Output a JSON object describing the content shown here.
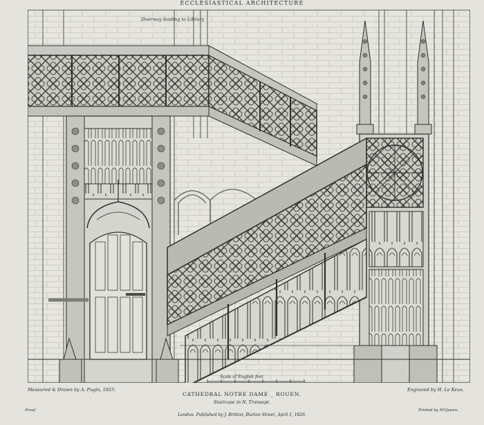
{
  "header": {
    "title": "ECCLESIASTICAL ARCHITECTURE"
  },
  "drawing": {
    "doorway_label": "Doorway leading to Library"
  },
  "credits": {
    "left": "Measured & Drawn by A. Pugin, 1825.",
    "right": "Engraved by H. Le Keux."
  },
  "scale_label": "Scale of English feet.",
  "caption": {
    "main": "CATHEDRAL NOTRE DAME _ ROUEN.",
    "sub": "Staircase in N. Transept."
  },
  "footer": {
    "proof": "Proof",
    "publisher": "London. Published by J. Britton, Burton Street, April 1, 1826.",
    "printer": "Printed by M'Queen."
  },
  "colors": {
    "paper": "#e4e3dd",
    "ink": "#2b2b2b",
    "shade": "#8c8f88"
  }
}
